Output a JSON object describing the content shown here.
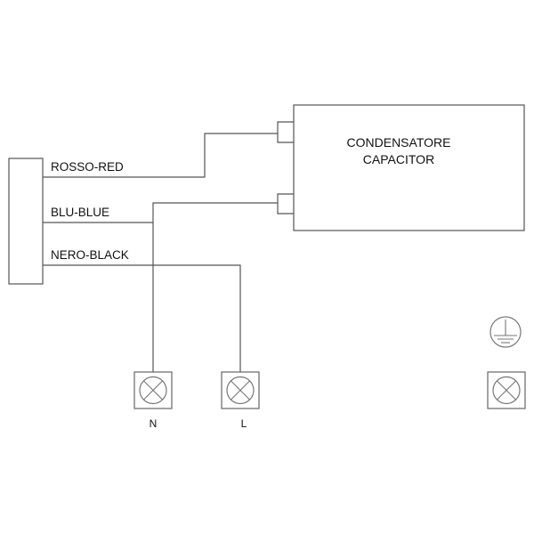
{
  "wires": {
    "red": "ROSSO-RED",
    "blue": "BLU-BLUE",
    "black": "NERO-BLACK"
  },
  "capacitor": {
    "line1": "CONDENSATORE",
    "line2": "CAPACITOR"
  },
  "terminals": {
    "neutral": "N",
    "line": "L"
  },
  "colors": {
    "stroke": "#555555",
    "text": "#111111"
  }
}
